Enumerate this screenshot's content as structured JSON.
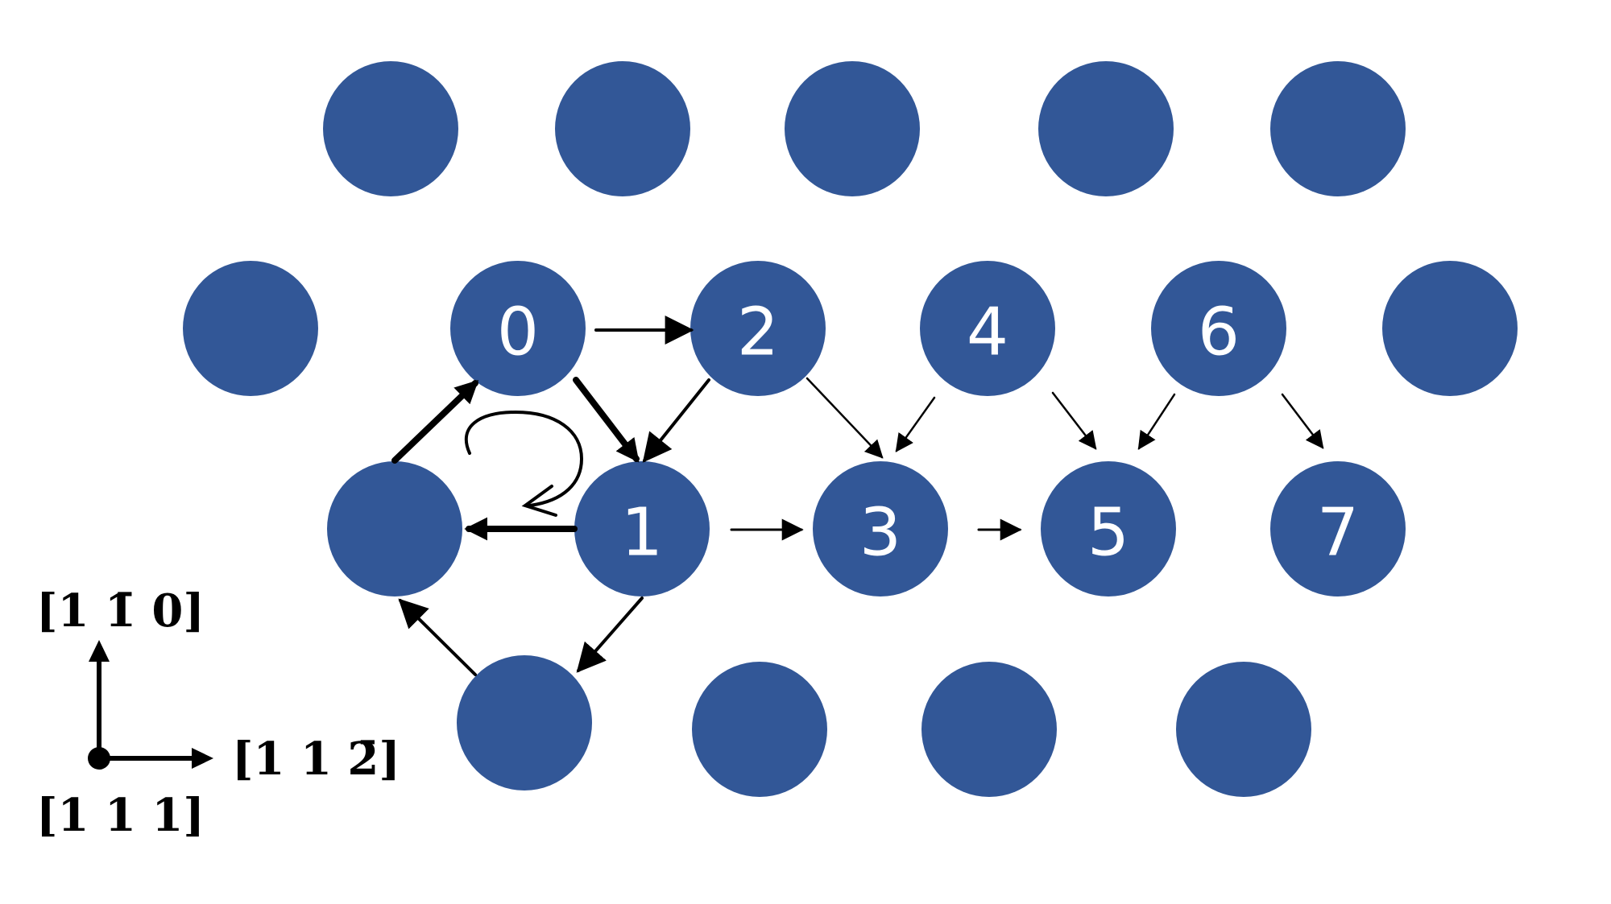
{
  "colors": {
    "atom": "#325797",
    "label": "#ffffff",
    "arrow": "#000000",
    "background": "#ffffff"
  },
  "atom_labels": {
    "a0": "0",
    "a1": "1",
    "a2": "2",
    "a3": "3",
    "a4": "4",
    "a5": "5",
    "a6": "6",
    "a7": "7"
  },
  "axes": {
    "vertical": "[1 1̄ 0]",
    "horizontal": "[1 1 2̄]",
    "out_of_plane": "[1 1 1]"
  }
}
